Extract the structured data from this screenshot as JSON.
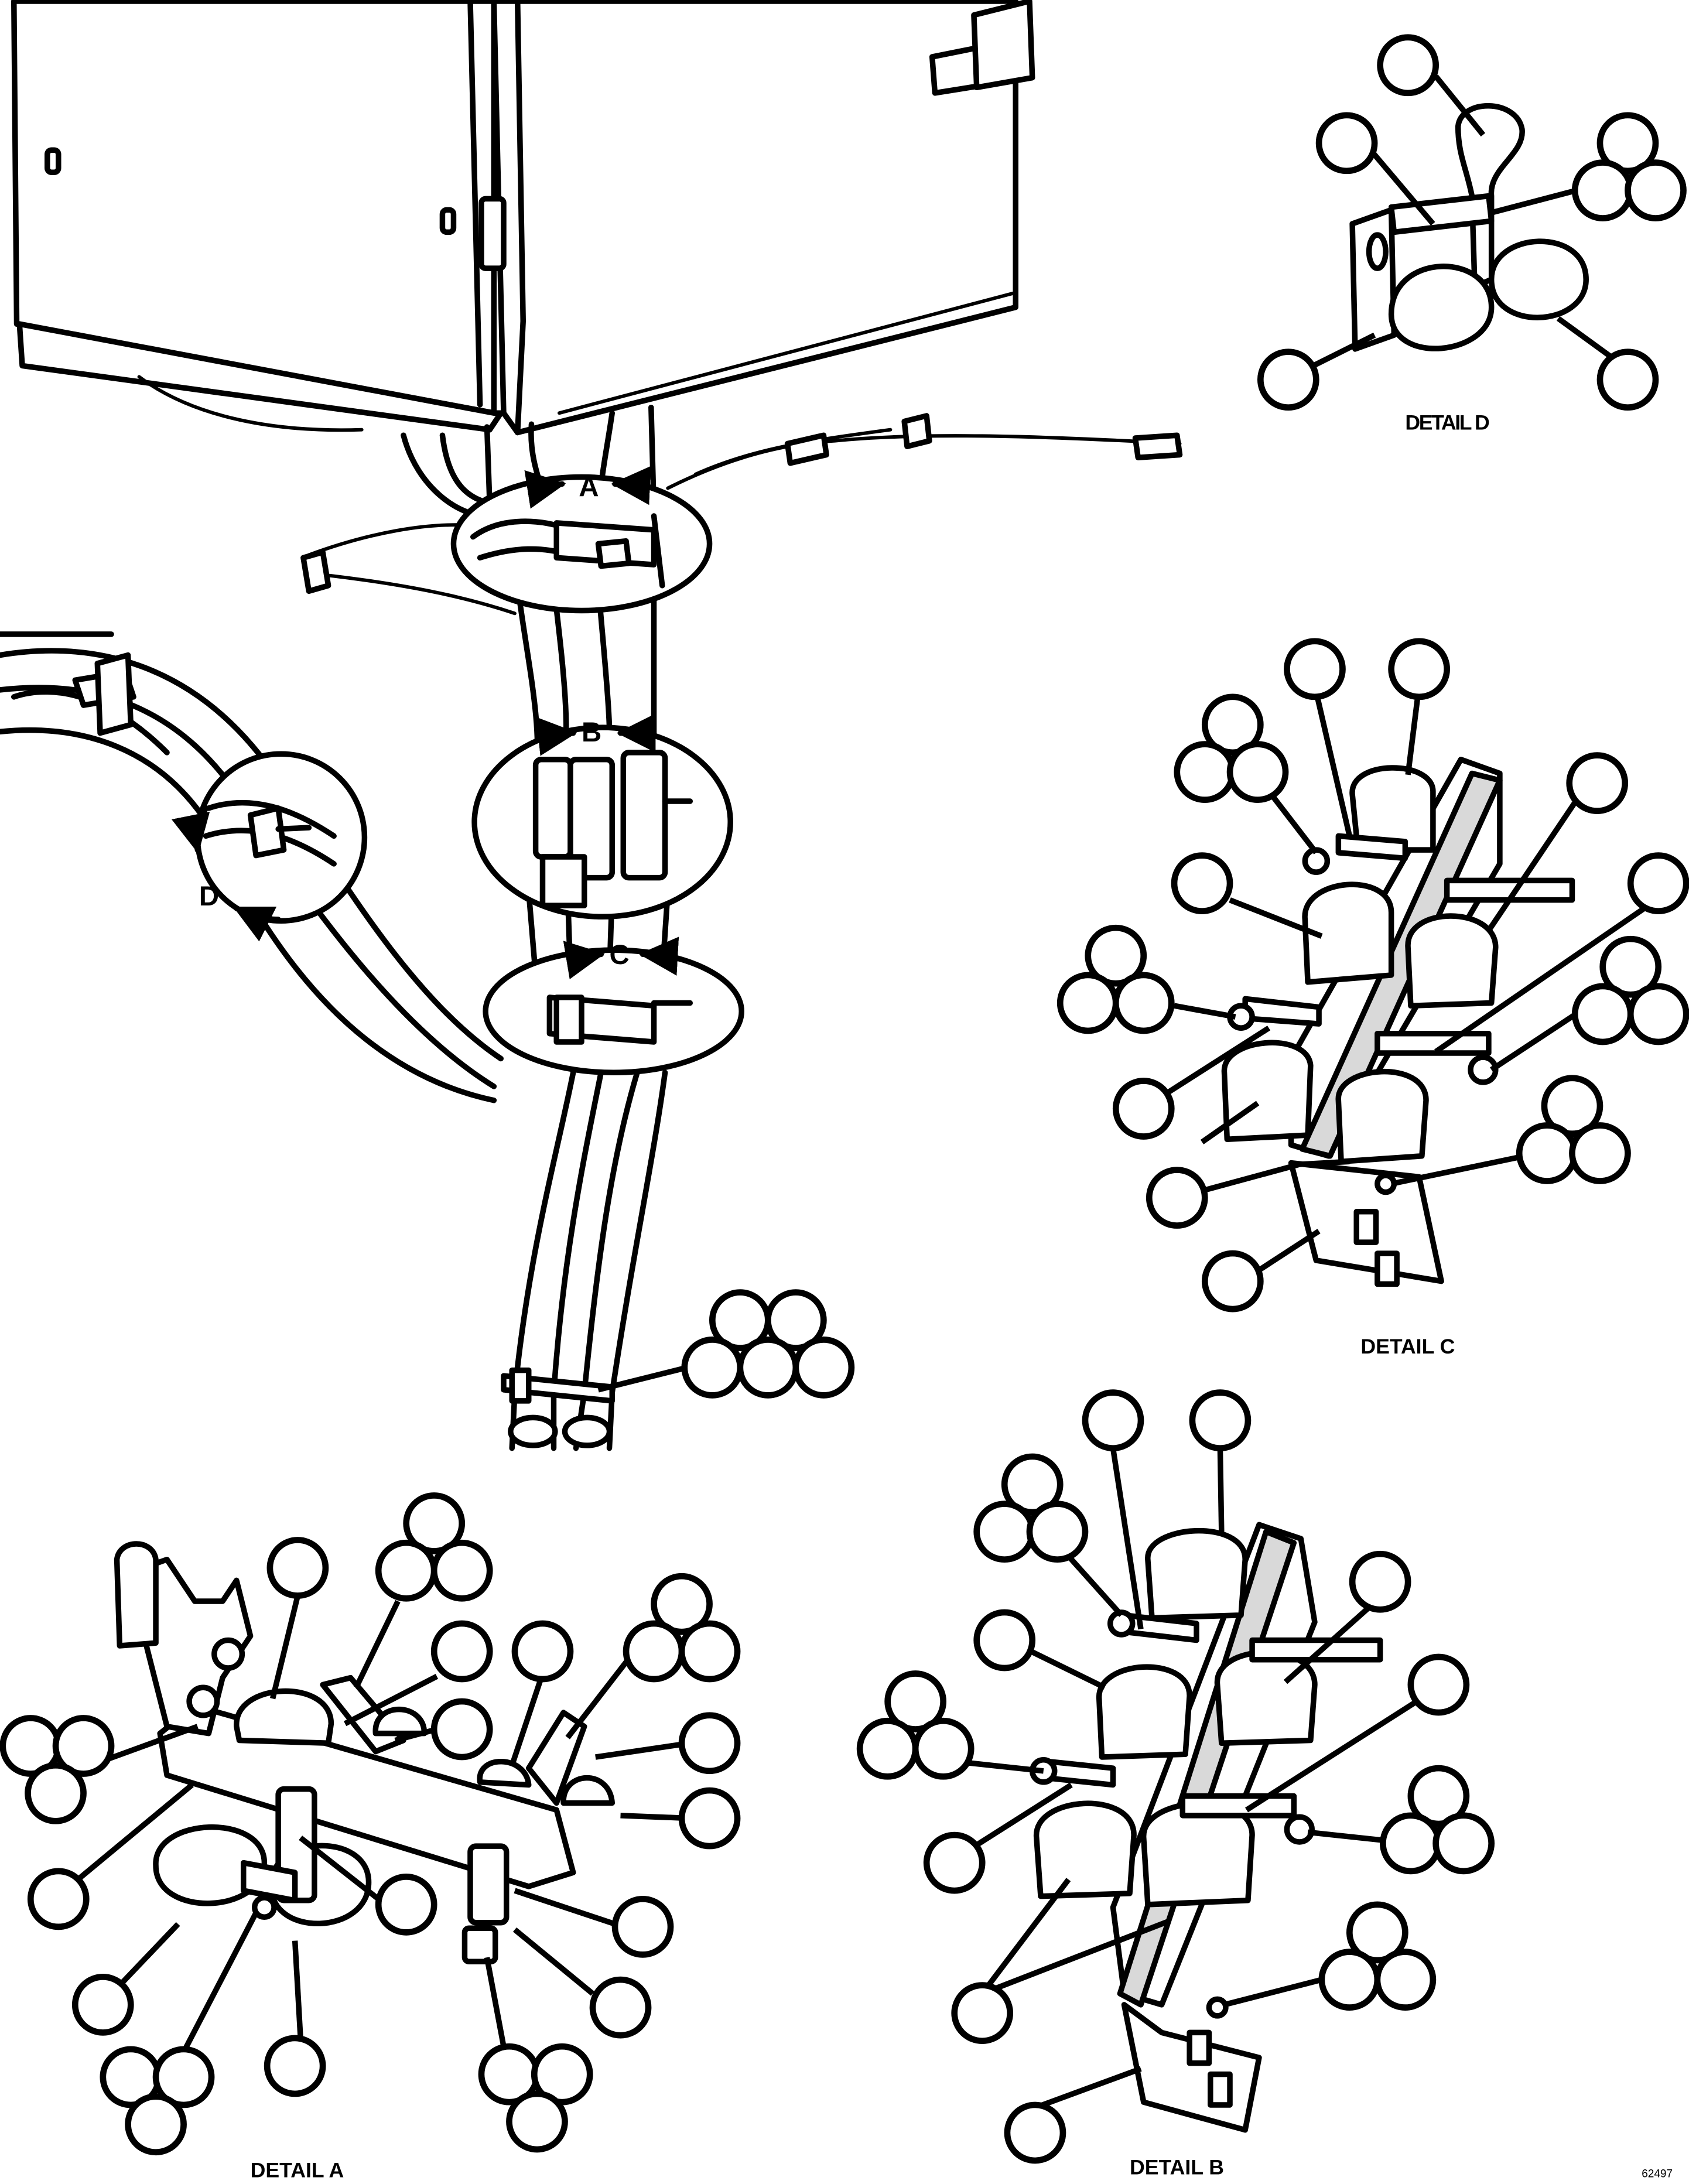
{
  "labels": {
    "view_a": "A",
    "view_b": "B",
    "view_c": "C",
    "view_d": "D",
    "detail_a": "DETAIL A",
    "detail_b": "DETAIL B",
    "detail_c": "DETAIL C",
    "detail_d": "DETAIL D",
    "figure_number": "62497"
  }
}
